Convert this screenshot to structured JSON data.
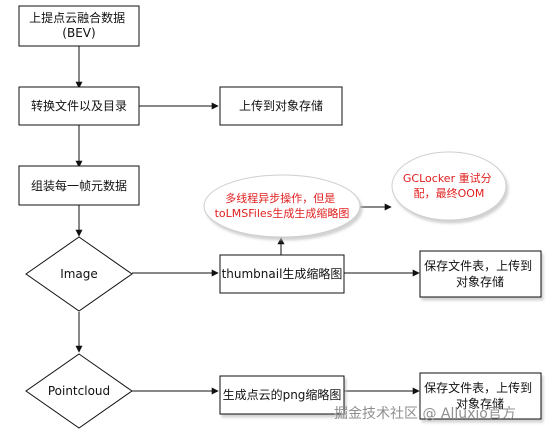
{
  "flowchart": {
    "nodes": {
      "fuse_bev": [
        "上提点云融合数据",
        "(BEV)"
      ],
      "convert_files": [
        "转换文件以及目录"
      ],
      "upload_1": [
        "上传到对象存储"
      ],
      "assemble_frames": [
        "组装每一帧元数据"
      ],
      "image": [
        "Image"
      ],
      "thumbnail": [
        "thumbnail生成缩略图"
      ],
      "multi_thread": [
        "多线程异步操作，但是",
        "toLMSFiles生成生成缩略图"
      ],
      "gc_locker": [
        "GCLocker 重试分",
        "配，最终OOM"
      ],
      "save_1": [
        "保存文件表，上传到",
        "对象存储"
      ],
      "pointcloud": [
        "Pointcloud"
      ],
      "png_thumb": [
        "生成点云的png缩略图"
      ],
      "save_2": [
        "保存文件表，上传到",
        "对象存储"
      ]
    },
    "colors": {
      "stroke": "#111111",
      "fill": "#ffffff",
      "alert": "#e02020"
    }
  },
  "watermark": "掘金技术社区 @ Alluxio官方"
}
